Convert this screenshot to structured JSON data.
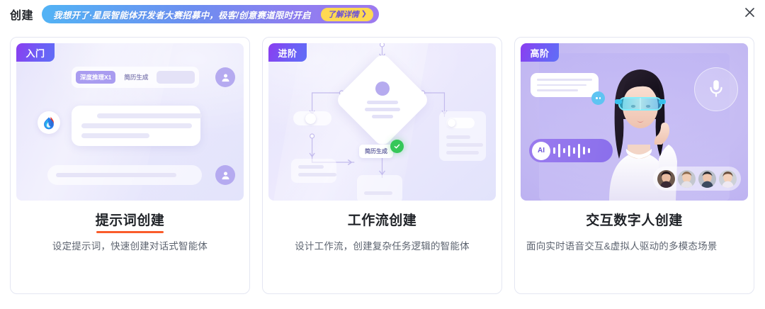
{
  "header": {
    "section_title": "创建",
    "banner": {
      "text": "我想开了·星辰智能体开发者大赛招募中，极客/创意赛道限时开启",
      "cta_label": "了解详情",
      "cta_chevron": "〉",
      "gradient_from": "#52b3f5",
      "gradient_to": "#9d79ee",
      "cta_bg": "#ffd952",
      "cta_color": "#6b4fd8"
    },
    "close_icon": "close-icon"
  },
  "cards": [
    {
      "badge": "入门",
      "title": "提示词创建",
      "desc": "设定提示词，快速创建对话式智能体",
      "selected": true,
      "underline_color": "#fa5c2b",
      "art": {
        "kind": "chat-illustration",
        "chips": [
          "深度推理X1",
          "简历生成",
          ""
        ],
        "active_chip": "深度推理X1",
        "logo": "droplet-logo-icon",
        "avatars": [
          "user-avatar-icon",
          "user-avatar-icon"
        ]
      }
    },
    {
      "badge": "进阶",
      "title": "工作流创建",
      "desc": "设计工作流，创建复杂任务逻辑的智能体",
      "selected": false,
      "art": {
        "kind": "workflow-diagram",
        "node_label": "简历生成",
        "status_icon": "check-circle-icon",
        "status_color": "#35c759"
      }
    },
    {
      "badge": "高阶",
      "title": "交互数字人创建",
      "desc": "面向实时语音交互&虚拟人驱动的多模态场景",
      "selected": false,
      "art": {
        "kind": "digital-human",
        "ai_label": "AI",
        "mic_icon": "microphone-icon",
        "chat_icon": "chat-bubble-icon",
        "avatar_count": 4
      }
    }
  ],
  "theme": {
    "badge_gradient_from": "#8b3df0",
    "badge_gradient_to": "#5f6ef7",
    "card_border": "#e4e6f2",
    "title_color": "#212429",
    "desc_color": "#5d6470"
  }
}
